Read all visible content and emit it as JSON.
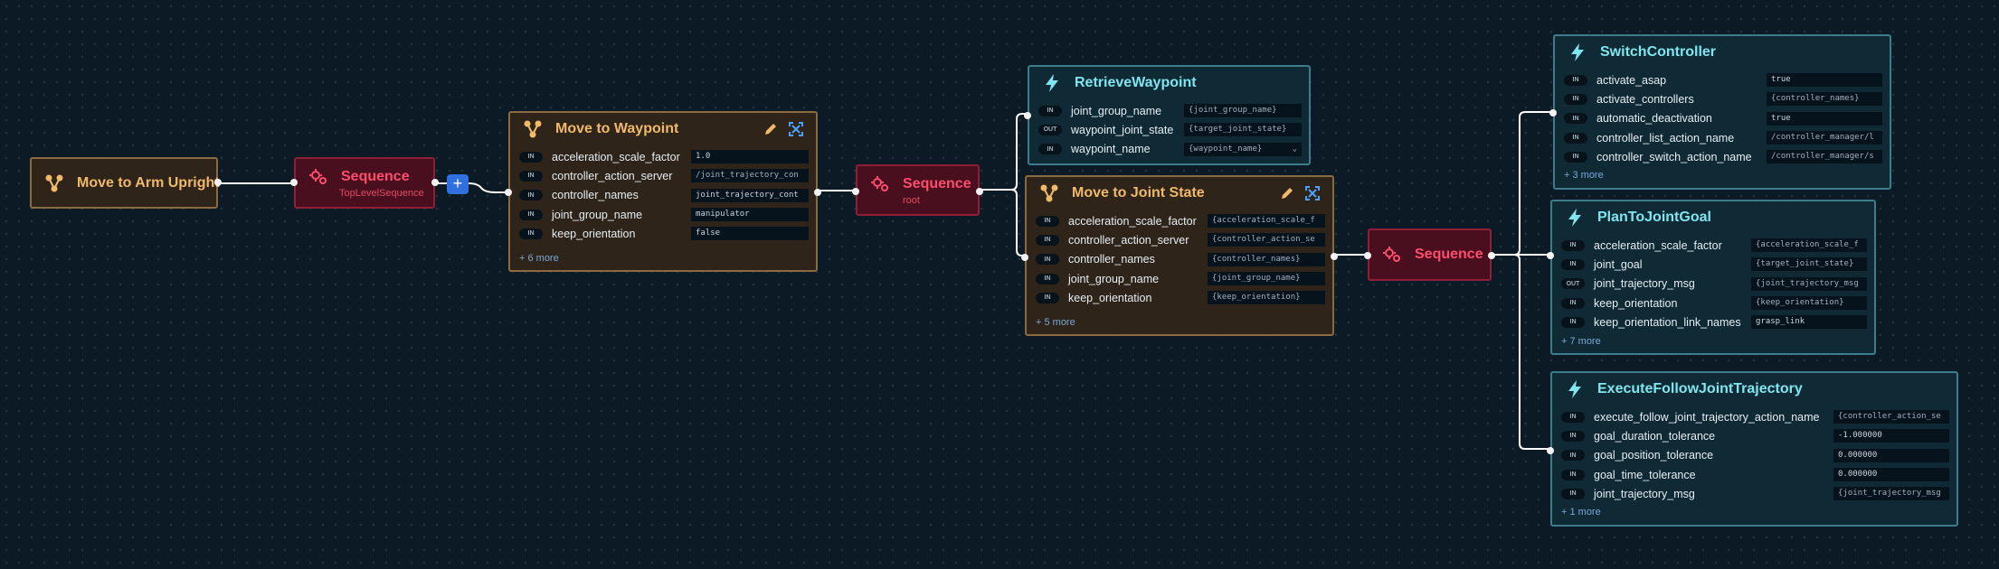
{
  "colors": {
    "canvas_background": "#0b1a24",
    "subtree_border": "#8a6a3e",
    "subtree_title": "#f1b96a",
    "sequence_border": "#8d1f36",
    "sequence_title": "#ff4d6d",
    "action_border": "#3d7c8a",
    "action_title": "#7fe5f0",
    "add_button": "#2f6fe0"
  },
  "icons": {
    "subtree": "branch-icon",
    "sequence": "gears-icon",
    "action": "lightning-icon",
    "edit": "pencil-icon",
    "expand": "expand-icon",
    "add": "plus-icon",
    "dropdown": "chevron-down-icon"
  },
  "nodes": {
    "move_arm_upright": {
      "title": "Move to Arm Upright"
    },
    "seq_top": {
      "title": "Sequence",
      "subtitle": "TopLevelSequence"
    },
    "add_button": {
      "label": "+"
    },
    "move_to_waypoint": {
      "title": "Move to Waypoint",
      "ports": [
        {
          "dir": "IN",
          "name": "acceleration_scale_factor",
          "value": "1.0"
        },
        {
          "dir": "IN",
          "name": "controller_action_server",
          "value": "/joint_trajectory_con"
        },
        {
          "dir": "IN",
          "name": "controller_names",
          "value": "joint_trajectory_cont"
        },
        {
          "dir": "IN",
          "name": "joint_group_name",
          "value": "manipulator"
        },
        {
          "dir": "IN",
          "name": "keep_orientation",
          "value": "false"
        }
      ],
      "more": "+ 6 more"
    },
    "seq_root": {
      "title": "Sequence",
      "subtitle": "root"
    },
    "retrieve_waypoint": {
      "title": "RetrieveWaypoint",
      "ports": [
        {
          "dir": "IN",
          "name": "joint_group_name",
          "value": "{joint_group_name}"
        },
        {
          "dir": "OUT",
          "name": "waypoint_joint_state",
          "value": "{target_joint_state}"
        },
        {
          "dir": "IN",
          "name": "waypoint_name",
          "value": "{waypoint_name}"
        }
      ]
    },
    "move_to_joint_state": {
      "title": "Move to Joint State",
      "ports": [
        {
          "dir": "IN",
          "name": "acceleration_scale_factor",
          "value": "{acceleration_scale_f"
        },
        {
          "dir": "IN",
          "name": "controller_action_server",
          "value": "{controller_action_se"
        },
        {
          "dir": "IN",
          "name": "controller_names",
          "value": "{controller_names}"
        },
        {
          "dir": "IN",
          "name": "joint_group_name",
          "value": "{joint_group_name}"
        },
        {
          "dir": "IN",
          "name": "keep_orientation",
          "value": "{keep_orientation}"
        }
      ],
      "more": "+ 5 more"
    },
    "seq_right": {
      "title": "Sequence"
    },
    "switch_controller": {
      "title": "SwitchController",
      "ports": [
        {
          "dir": "IN",
          "name": "activate_asap",
          "value": "true"
        },
        {
          "dir": "IN",
          "name": "activate_controllers",
          "value": "{controller_names}"
        },
        {
          "dir": "IN",
          "name": "automatic_deactivation",
          "value": "true"
        },
        {
          "dir": "IN",
          "name": "controller_list_action_name",
          "value": "/controller_manager/l"
        },
        {
          "dir": "IN",
          "name": "controller_switch_action_name",
          "value": "/controller_manager/s"
        }
      ],
      "more": "+ 3 more"
    },
    "plan_to_joint_goal": {
      "title": "PlanToJointGoal",
      "ports": [
        {
          "dir": "IN",
          "name": "acceleration_scale_factor",
          "value": "{acceleration_scale_f"
        },
        {
          "dir": "IN",
          "name": "joint_goal",
          "value": "{target_joint_state}"
        },
        {
          "dir": "OUT",
          "name": "joint_trajectory_msg",
          "value": "{joint_trajectory_msg"
        },
        {
          "dir": "IN",
          "name": "keep_orientation",
          "value": "{keep_orientation}"
        },
        {
          "dir": "IN",
          "name": "keep_orientation_link_names",
          "value": "grasp_link"
        }
      ],
      "more": "+ 7 more"
    },
    "execute_follow": {
      "title": "ExecuteFollowJointTrajectory",
      "ports": [
        {
          "dir": "IN",
          "name": "execute_follow_joint_trajectory_action_name",
          "value": "{controller_action_se"
        },
        {
          "dir": "IN",
          "name": "goal_duration_tolerance",
          "value": "-1.000000"
        },
        {
          "dir": "IN",
          "name": "goal_position_tolerance",
          "value": "0.000000"
        },
        {
          "dir": "IN",
          "name": "goal_time_tolerance",
          "value": "0.000000"
        },
        {
          "dir": "IN",
          "name": "joint_trajectory_msg",
          "value": "{joint_trajectory_msg"
        }
      ],
      "more": "+ 1 more"
    }
  }
}
